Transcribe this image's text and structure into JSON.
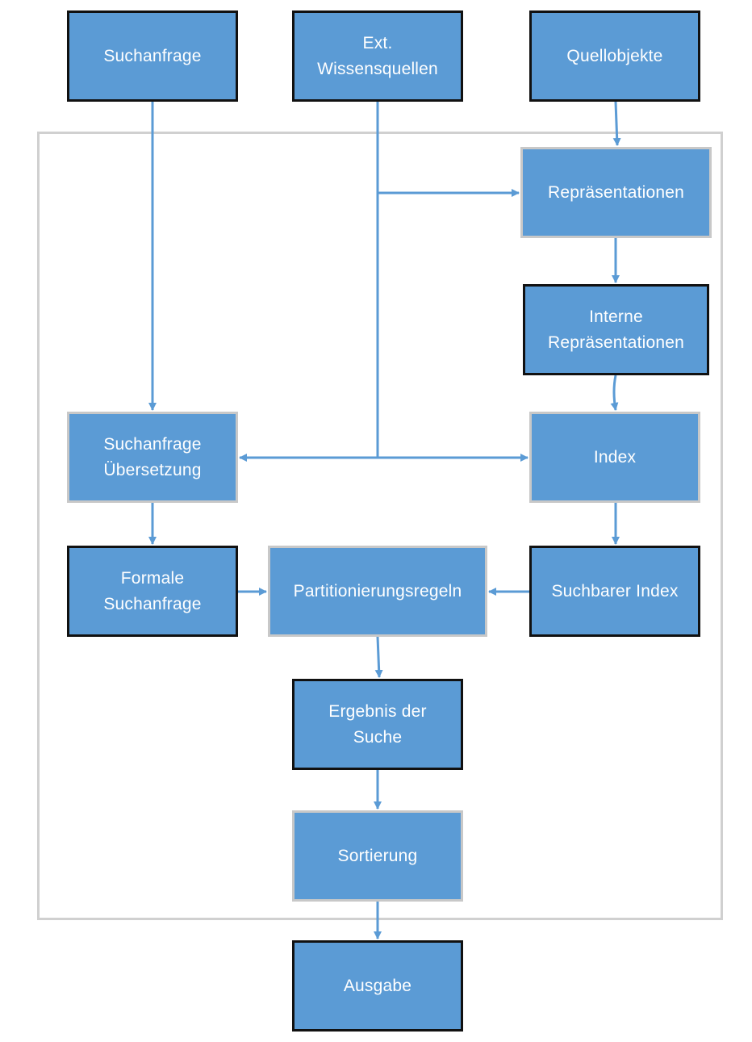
{
  "colors": {
    "box_fill": "#5b9bd5",
    "arrow": "#5b9bd5",
    "border_dark": "#111111",
    "border_light": "#c8c8c8",
    "frame": "#d0d0d0",
    "text": "#ffffff"
  },
  "nodes": {
    "suchanfrage": "Suchanfrage",
    "ext_wissensquellen": "Ext.\nWissensquellen",
    "quellobjekte": "Quellobjekte",
    "repraesentationen": "Repräsentationen",
    "interne_repraesentationen": "Interne\nRepräsentationen",
    "suchanfrage_uebersetzung": "Suchanfrage\nÜbersetzung",
    "index": "Index",
    "formale_suchanfrage": "Formale\nSuchanfrage",
    "partitionierungsregeln": "Partitionierungsregeln",
    "suchbarer_index": "Suchbarer Index",
    "ergebnis_der_suche": "Ergebnis der\nSuche",
    "sortierung": "Sortierung",
    "ausgabe": "Ausgabe"
  }
}
